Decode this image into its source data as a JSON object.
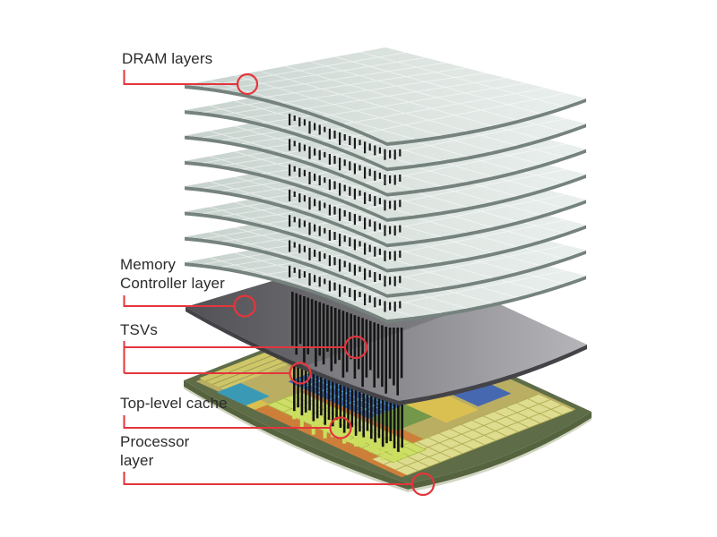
{
  "diagram": {
    "background": "#ffffff",
    "accent_red": "#e4353c",
    "text_color": "#2b2b2b",
    "labels": {
      "dram_layers": "DRAM layers",
      "memory_controller_line1": "Memory",
      "memory_controller_line2": "Controller layer",
      "tsvs": "TSVs",
      "top_level_cache": "Top-level cache",
      "processor_line1": "Processor",
      "processor_line2": "layer"
    },
    "structure": {
      "dram_layer_count": 8,
      "layers_top_to_bottom": [
        "DRAM layers (stack of 8 gridded dies)",
        "Memory Controller layer",
        "Processor layer (with top-level cache)"
      ],
      "interconnect": "TSVs (vertical pin arrays between every layer)"
    },
    "colors": {
      "dram_plate_light": "#eaf0ed",
      "dram_plate_mid": "#d9e1dd",
      "dram_plate_dark": "#c7d2cd",
      "dram_plate_edge": "#75827d",
      "plate_grid_line": "rgba(255,255,255,0.5)",
      "controller_light": "#b5b5ba",
      "controller_mid": "#87878c",
      "controller_dark": "#5d5d62",
      "controller_edge": "#434348",
      "pin_color": "#1b1b1b",
      "pin_base_color": "#cbde5d",
      "die_rim": "#5e6c48",
      "die_side": "#55633f",
      "die_side_lip": "#d0d4c0",
      "die_base": "#b9ae62",
      "die_orange": "#cd7f3a",
      "die_yellow": "#d9c050",
      "die_yellow_strip": "#cfc668",
      "die_yellow_grid": "#dedc8e",
      "die_yellow_grid_line": "#b0ad56",
      "die_green": "#87a04c",
      "die_green2": "#74984a",
      "die_teal": "#3a9ab6",
      "die_blue": "#3c64a8",
      "die_blue2": "#4668b0",
      "die_cyan_line": "#52c8d8",
      "cache_fill": "#cede69",
      "cache_grid_line": "#a9bf48"
    }
  }
}
